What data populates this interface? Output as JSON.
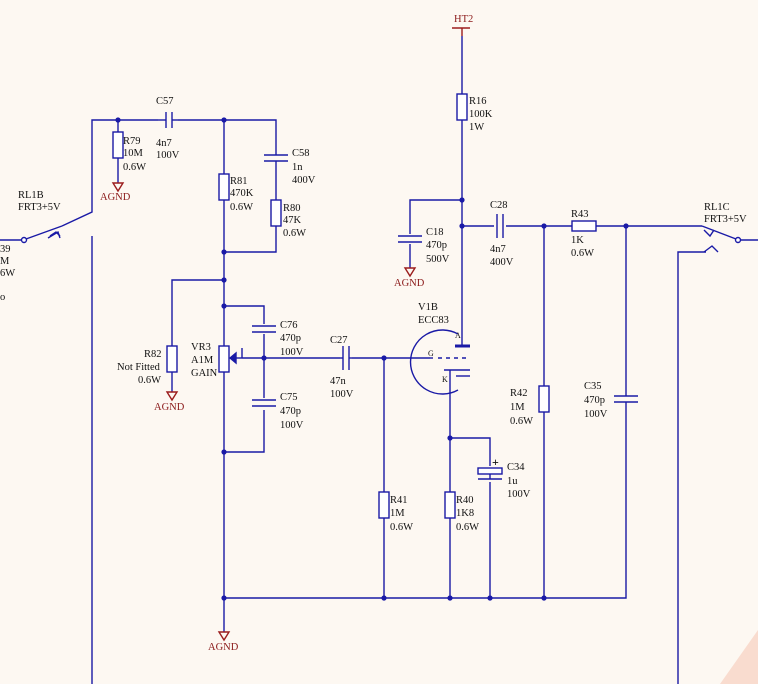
{
  "power": {
    "ht2": "HT2",
    "agnd": "AGND"
  },
  "relays": {
    "rl1b": {
      "ref": "RL1B",
      "value": "FRT3+5V"
    },
    "rl1c": {
      "ref": "RL1C",
      "value": "FRT3+5V"
    }
  },
  "left_partial": {
    "line1": "39",
    "line2": "M",
    "line3": "6W",
    "line4": "o"
  },
  "tube": {
    "ref": "V1B",
    "type": "ECC83",
    "pin_a": "A",
    "pin_g": "G",
    "pin_k": "K"
  },
  "pot": {
    "ref": "VR3",
    "value": "A1M",
    "label": "GAIN"
  },
  "resistors": [
    {
      "ref": "R79",
      "value": "10M",
      "rating": "0.6W"
    },
    {
      "ref": "R81",
      "value": "470K",
      "rating": "0.6W"
    },
    {
      "ref": "R80",
      "value": "47K",
      "rating": "0.6W"
    },
    {
      "ref": "R82",
      "value": "Not Fitted",
      "rating": "0.6W"
    },
    {
      "ref": "R16",
      "value": "100K",
      "rating": "1W"
    },
    {
      "ref": "R43",
      "value": "1K",
      "rating": "0.6W"
    },
    {
      "ref": "R42",
      "value": "1M",
      "rating": "0.6W"
    },
    {
      "ref": "R41",
      "value": "1M",
      "rating": "0.6W"
    },
    {
      "ref": "R40",
      "value": "1K8",
      "rating": "0.6W"
    }
  ],
  "capacitors": [
    {
      "ref": "C57",
      "value": "4n7",
      "rating": "100V"
    },
    {
      "ref": "C58",
      "value": "1n",
      "rating": "400V"
    },
    {
      "ref": "C76",
      "value": "470p",
      "rating": "100V"
    },
    {
      "ref": "C75",
      "value": "470p",
      "rating": "100V"
    },
    {
      "ref": "C27",
      "value": "47n",
      "rating": "100V"
    },
    {
      "ref": "C18",
      "value": "470p",
      "rating": "500V"
    },
    {
      "ref": "C28",
      "value": "4n7",
      "rating": "400V"
    },
    {
      "ref": "C35",
      "value": "470p",
      "rating": "100V"
    },
    {
      "ref": "C34",
      "value": "1u",
      "rating": "100V",
      "polarity": "+"
    }
  ]
}
